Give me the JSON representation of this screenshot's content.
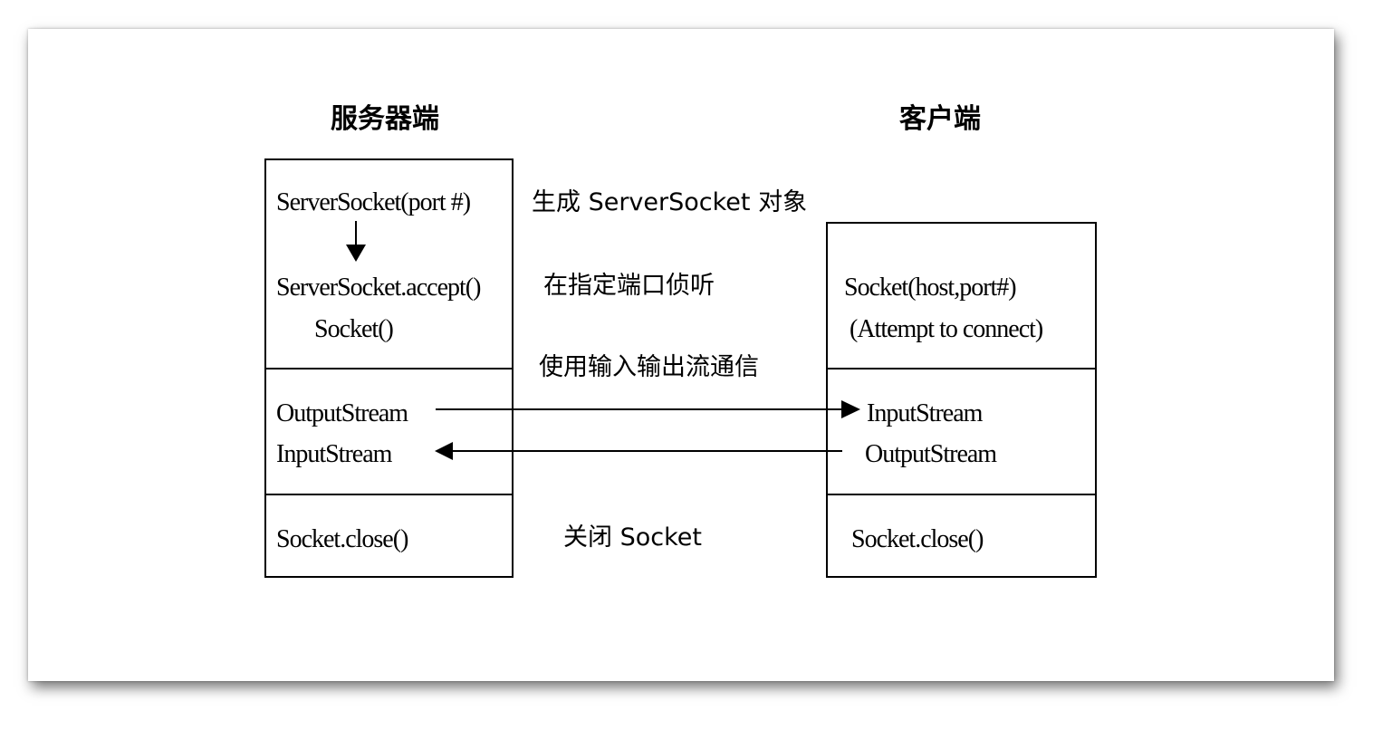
{
  "server": {
    "title": "服务器端",
    "create_socket": "ServerSocket(port #)",
    "accept": "ServerSocket.accept()",
    "socket": "Socket()",
    "output_stream": "OutputStream",
    "input_stream": "InputStream",
    "close": "Socket.close()"
  },
  "client": {
    "title": "客户端",
    "create_socket": "Socket(host,port#)",
    "attempt": "(Attempt to connect)",
    "input_stream": "InputStream",
    "output_stream": "OutputStream",
    "close": "Socket.close()"
  },
  "steps": {
    "create_object": "生成 ServerSocket 对象",
    "listen": "在指定端口侦听",
    "communicate": "使用输入输出流通信",
    "close_socket": "关闭 Socket"
  }
}
